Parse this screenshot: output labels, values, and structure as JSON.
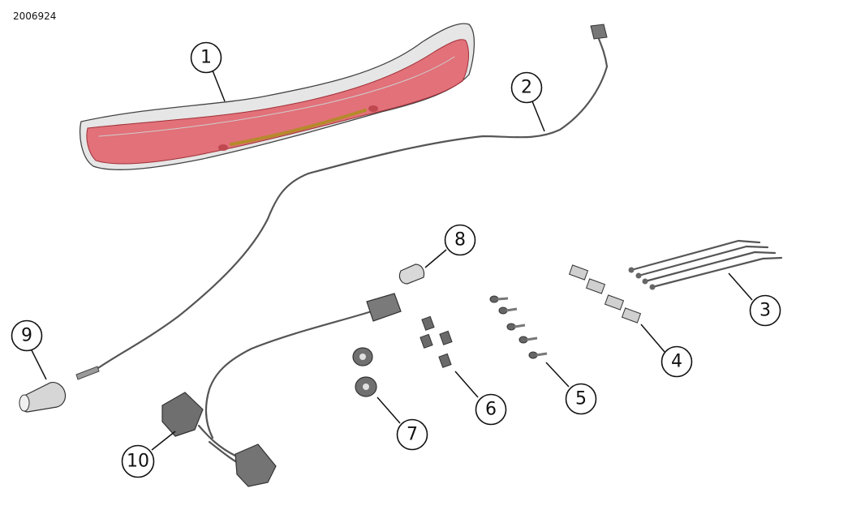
{
  "figure": {
    "id": "2006924"
  },
  "callouts": [
    {
      "label": "1"
    },
    {
      "label": "2"
    },
    {
      "label": "3"
    },
    {
      "label": "4"
    },
    {
      "label": "5"
    },
    {
      "label": "6"
    },
    {
      "label": "7"
    },
    {
      "label": "8"
    },
    {
      "label": "9"
    },
    {
      "label": "10"
    }
  ],
  "colors": {
    "lens_red": "#e0505a",
    "housing_grey": "#e8e8e8",
    "hardware_grey": "#8a8a8a",
    "outline": "#333333"
  }
}
